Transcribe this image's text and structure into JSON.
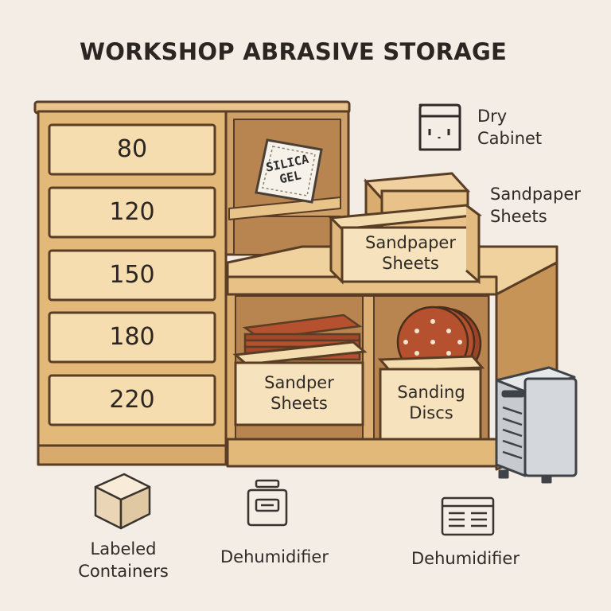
{
  "title": "WORKSHOP ABRASIVE STORAGE",
  "drawers": [
    {
      "grit": "80"
    },
    {
      "grit": "120"
    },
    {
      "grit": "150"
    },
    {
      "grit": "180"
    },
    {
      "grit": "220"
    }
  ],
  "silica_packet": {
    "line1": "SILICA",
    "line2": "GEL"
  },
  "boxes": {
    "top": "Sandpaper Sheets",
    "left": "Sandper Sheets",
    "right": "Sanding Discs"
  },
  "callouts": {
    "dry_cabinet": "Dry Cabinet",
    "sandpaper_sheets": "Sandpaper Sheets"
  },
  "legend": [
    {
      "icon": "box-icon",
      "label": "Labeled Containers"
    },
    {
      "icon": "jar-icon",
      "label": "Dehumidifier"
    },
    {
      "icon": "vent-icon",
      "label": "Dehumidifier"
    }
  ],
  "colors": {
    "wood_light": "#f3dcae",
    "wood_mid": "#e2b978",
    "wood_dark": "#a8794a",
    "outline": "#5a3d25",
    "paper_red": "#b5512f",
    "background": "#f3ede6"
  }
}
